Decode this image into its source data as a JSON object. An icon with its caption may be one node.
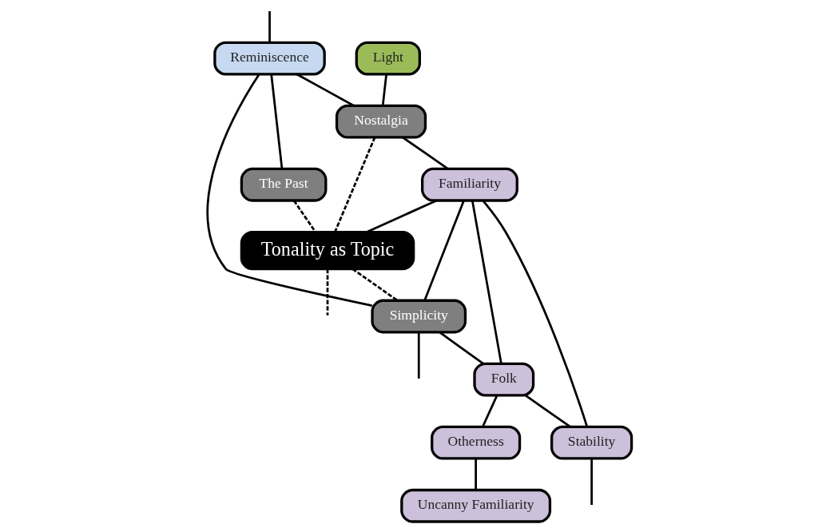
{
  "diagram": {
    "nodes": [
      {
        "text": [
          "The Past"
        ]
      },
      {
        "text": [
          "Reminiscence"
        ]
      },
      {
        "text": [
          "Light"
        ]
      },
      {
        "text": [
          "Nostalgia"
        ]
      },
      {
        "text": [
          "Tonality as Topic"
        ]
      },
      {
        "text": [
          "Simplicity"
        ]
      },
      {
        "text": [
          "Familiarity"
        ]
      },
      {
        "text": [
          "Folk"
        ]
      },
      {
        "text": [
          "Otherness"
        ]
      },
      {
        "text": [
          "Stability"
        ]
      },
      {
        "text": [
          "Uncanny Familiarity"
        ]
      }
    ],
    "edges": [
      {
        "from": null,
        "to": 1,
        "arrow": "none"
      },
      {
        "from": 1,
        "to": 0,
        "arrow": "none"
      },
      {
        "from": 0,
        "to": 4,
        "arrow": "none",
        "style": "dashed"
      },
      {
        "from": 1,
        "to": 3,
        "arrow": "none"
      },
      {
        "from": 1,
        "to": 5,
        "arrow": "none"
      },
      {
        "from": 2,
        "to": 3,
        "arrow": "none"
      },
      {
        "from": 3,
        "to": 4,
        "arrow": "none",
        "style": "dashed"
      },
      {
        "from": 4,
        "to": null,
        "arrow": "none",
        "style": "dashed"
      },
      {
        "from": 4,
        "to": 5,
        "arrow": "none",
        "style": "dashed"
      },
      {
        "from": 3,
        "to": 6,
        "arrow": "none"
      },
      {
        "from": 6,
        "to": 4,
        "arrow": "none"
      },
      {
        "from": 6,
        "to": 5,
        "arrow": "none"
      },
      {
        "from": 5,
        "to": null,
        "arrow": "none"
      },
      {
        "from": 5,
        "to": 7,
        "arrow": "none"
      },
      {
        "from": 6,
        "to": 7,
        "arrow": "none"
      },
      {
        "from": 6,
        "to": 9,
        "arrow": "none"
      },
      {
        "from": 7,
        "to": 9,
        "arrow": "none"
      },
      {
        "from": 7,
        "to": 8,
        "arrow": "none"
      },
      {
        "from": 8,
        "to": 10,
        "arrow": "none"
      },
      {
        "from": 9,
        "to": null,
        "arrow": "none"
      }
    ]
  }
}
